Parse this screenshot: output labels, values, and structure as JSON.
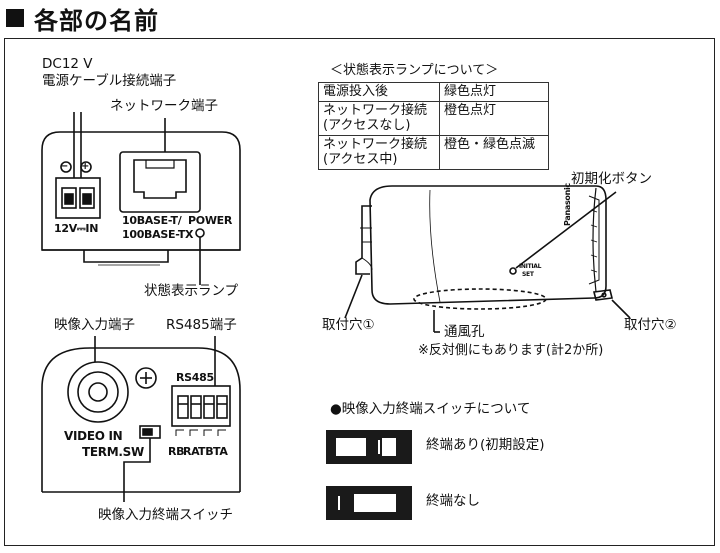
{
  "header": {
    "title": "各部の名前"
  },
  "front_panel": {
    "dc_label_line1": "DC12 V",
    "dc_label_line2": "電源ケーブル接続端子",
    "network_label": "ネットワーク端子",
    "power_marking": "12V⎓IN",
    "lan_marking_line1": "10BASE-T/",
    "lan_marking_line2": "100BASE-TX",
    "power_led_marking": "POWER",
    "status_lamp_label": "状態表示ランプ",
    "polarity_minus": "−",
    "polarity_plus": "+"
  },
  "lamp_table": {
    "title": "＜状態表示ランプについて＞",
    "rows": [
      {
        "state": "電源投入後",
        "lamp": "緑色点灯"
      },
      {
        "state": "ネットワーク接続\n(アクセスなし)",
        "lamp": "橙色点灯"
      },
      {
        "state": "ネットワーク接続\n(アクセス中)",
        "lamp": "橙色・緑色点滅"
      }
    ]
  },
  "device_view": {
    "reset_label": "初期化ボタン",
    "reset_marking_line1": "INITIAL",
    "reset_marking_line2": "SET",
    "brand": "Panasonic",
    "mount_hole_1": "取付穴①",
    "mount_hole_2": "取付穴②",
    "vent_label": "通風孔",
    "vent_note": "※反対側にもあります(計2か所)"
  },
  "rear_panel": {
    "video_label": "映像入力端子",
    "rs485_label": "RS485端子",
    "rs485_marking": "RS485",
    "video_marking": "VIDEO IN",
    "term_marking": "TERM.SW",
    "terminals": [
      "RB",
      "RA",
      "TB",
      "TA"
    ],
    "term_switch_label": "映像入力終端スイッチ"
  },
  "switch_section": {
    "title": "●映像入力終端スイッチについて",
    "options": [
      {
        "label": "終端あり(初期設定)"
      },
      {
        "label": "終端なし"
      }
    ]
  }
}
